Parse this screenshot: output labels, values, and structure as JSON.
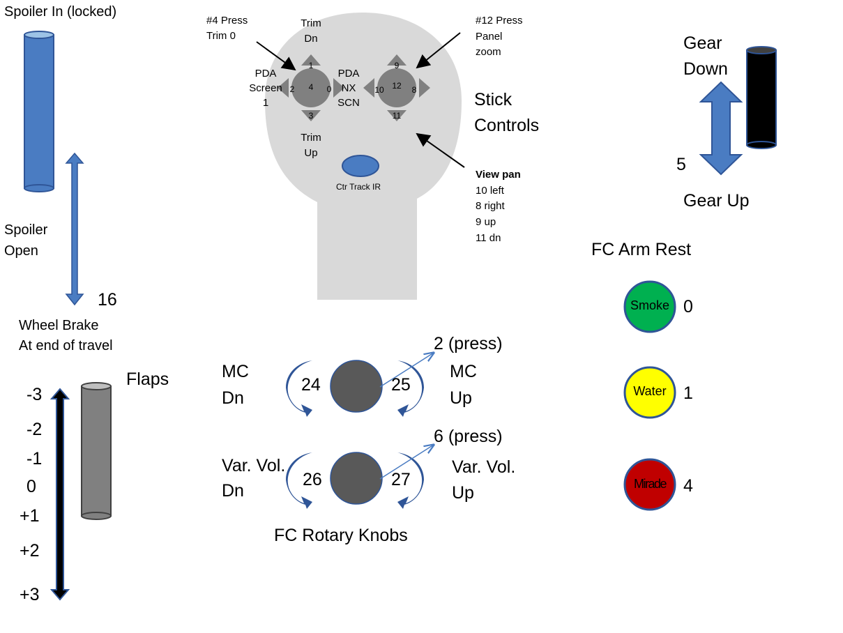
{
  "spoiler": {
    "locked_label": "Spoiler In (locked)",
    "open_label": [
      "Spoiler",
      "Open"
    ],
    "axis_number": "16",
    "wheel_brake": [
      "Wheel Brake",
      "At end of travel"
    ]
  },
  "flaps": {
    "title": "Flaps",
    "positions": [
      "-3",
      "-2",
      "-1",
      "0",
      "+1",
      "+2",
      "+3"
    ]
  },
  "stick": {
    "title": [
      "Stick",
      "Controls"
    ],
    "note_trim0": [
      "#4 Press",
      "Trim 0"
    ],
    "note_panel_zoom": [
      "#12 Press",
      "Panel",
      "zoom"
    ],
    "trim_dn": [
      "Trim",
      "Dn"
    ],
    "trim_up": [
      "Trim",
      "Up"
    ],
    "pda_screen": [
      "PDA",
      "Screen",
      "1"
    ],
    "pda_nx": [
      "PDA",
      "NX",
      "SCN"
    ],
    "left_hat": {
      "up": "1",
      "center": "4",
      "left": "2",
      "right": "0",
      "down": "3"
    },
    "right_hat": {
      "up": "9",
      "center": "12",
      "left": "10",
      "right": "8",
      "down": "11"
    },
    "ctr_track": "Ctr Track IR",
    "view_pan_title": "View pan",
    "view_pan_lines": [
      "10 left",
      "8 right",
      "9 up",
      "11 dn"
    ]
  },
  "gear": {
    "down_label": [
      "Gear",
      "Down"
    ],
    "number": "5",
    "up_label": "Gear Up"
  },
  "armrest": {
    "title": "FC Arm Rest",
    "buttons": [
      {
        "label": "Smoke",
        "number": "0",
        "color": "#00b050"
      },
      {
        "label": "Water",
        "number": "1",
        "color": "#ffff00"
      },
      {
        "label": "Mirade",
        "number": "4",
        "color": "#c00000"
      }
    ]
  },
  "rotary": {
    "title": "FC Rotary Knobs",
    "mc": {
      "left_label": [
        "MC",
        "Dn"
      ],
      "right_label": [
        "MC",
        "Up"
      ],
      "left_num": "24",
      "right_num": "25",
      "press": "2 (press)"
    },
    "vol": {
      "left_label": [
        "Var. Vol.",
        "Dn"
      ],
      "right_label": [
        "Var. Vol.",
        "Up"
      ],
      "left_num": "26",
      "right_num": "27",
      "press": "6 (press)"
    }
  },
  "colors": {
    "blue": "#4a7cc2",
    "blue_dark": "#2f5597",
    "stick_gray": "#d9d9d9",
    "hat_gray": "#808080",
    "knob_gray": "#595959",
    "flap_gray": "#808080"
  }
}
